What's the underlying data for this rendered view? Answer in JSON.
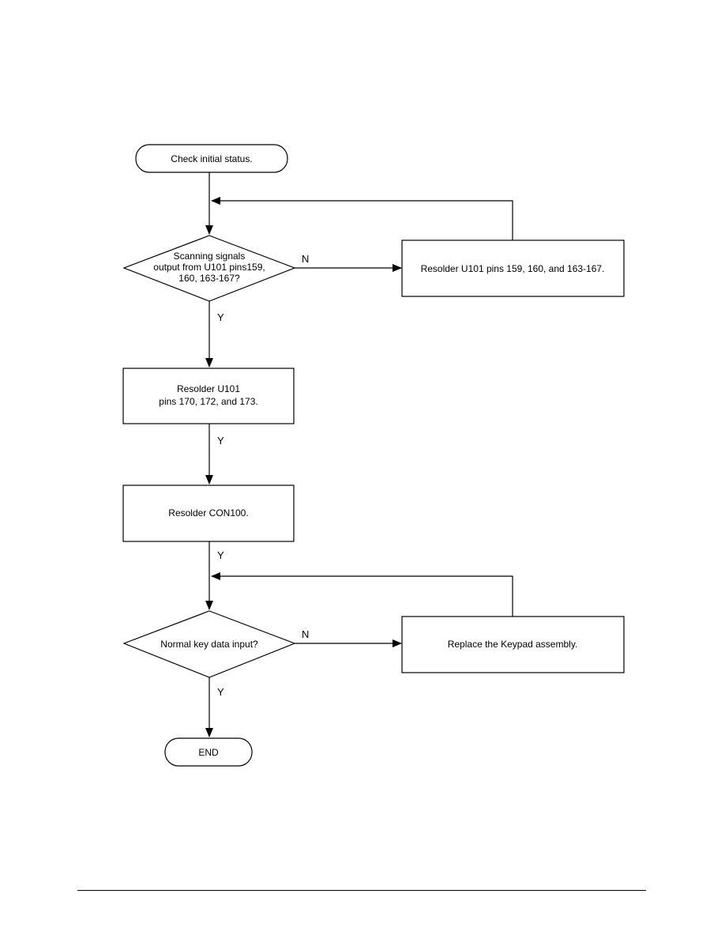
{
  "diagram": {
    "nodes": {
      "start": "Check initial status.",
      "decision1": [
        "Scanning signals",
        "output from U101 pins159,",
        "160, 163-167?"
      ],
      "fix1": "Resolder U101 pins 159, 160, and 163-167.",
      "step2": [
        "Resolder U101",
        "pins 170, 172, and 173."
      ],
      "step3": "Resolder CON100.",
      "decision2": "Normal key data input?",
      "fix2": "Replace the Keypad assembly.",
      "end": "END"
    },
    "edge_labels": {
      "d1_no": "N",
      "d1_yes": "Y",
      "step2_yes": "Y",
      "step3_yes": "Y",
      "d2_no": "N",
      "d2_yes": "Y"
    }
  }
}
